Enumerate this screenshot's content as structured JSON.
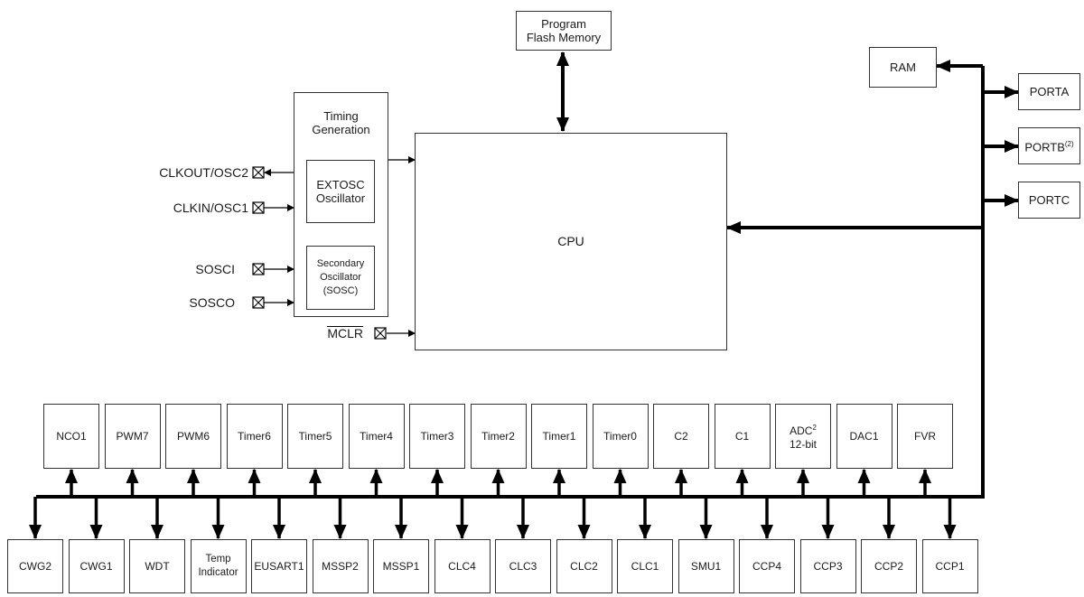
{
  "colors": {
    "line": "#000000",
    "box_border": "#333333",
    "background": "#ffffff"
  },
  "cpu": {
    "label": "CPU"
  },
  "flash": {
    "line1": "Program",
    "line2": "Flash Memory"
  },
  "ram": {
    "label": "RAM"
  },
  "ports": [
    {
      "label": "PORTA",
      "sup": ""
    },
    {
      "label": "PORTB",
      "sup": "(2)"
    },
    {
      "label": "PORTC",
      "sup": ""
    }
  ],
  "timing": {
    "title1": "Timing",
    "title2": "Generation",
    "extosc1": "EXTOSC",
    "extosc2": "Oscillator",
    "sosc1": "Secondary",
    "sosc2": "Oscillator",
    "sosc3": "(SOSC)"
  },
  "pins": {
    "clkout": "CLKOUT/OSC2",
    "clkin": "CLKIN/OSC1",
    "sosci": "SOSCI",
    "sosco": "SOSCO",
    "mclr": "MCLR"
  },
  "top_peripherals": [
    "NCO1",
    "PWM7",
    "PWM6",
    "Timer6",
    "Timer5",
    "Timer4",
    "Timer3",
    "Timer2",
    "Timer1",
    "Timer0",
    "C2",
    "C1",
    "ADC|2|12-bit",
    "DAC1",
    "FVR"
  ],
  "bottom_peripherals": [
    "CWG2",
    "CWG1",
    "WDT",
    "Temp Indicator",
    "EUSART1",
    "MSSP2",
    "MSSP1",
    "CLC4",
    "CLC3",
    "CLC2",
    "CLC1",
    "SMU1",
    "CCP4",
    "CCP3",
    "CCP2",
    "CCP1"
  ]
}
